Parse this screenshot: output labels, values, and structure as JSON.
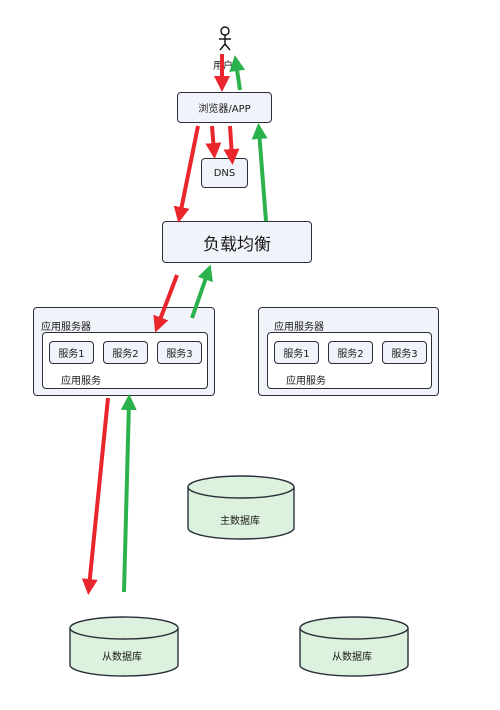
{
  "user_label": "用户",
  "browser_label": "浏览器/APP",
  "dns_label": "DNS",
  "lb_label": "负载均衡",
  "app_servers": [
    {
      "title": "应用服务器",
      "services": [
        "服务1",
        "服务2",
        "服务3"
      ],
      "footer": "应用服务"
    },
    {
      "title": "应用服务器",
      "services": [
        "服务1",
        "服务2",
        "服务3"
      ],
      "footer": "应用服务"
    }
  ],
  "storage_master": {
    "title": "存储服务器",
    "db": "主数据库"
  },
  "storage_slaves": [
    {
      "title": "存储服务器",
      "db": "从数据库"
    },
    {
      "title": "存储服务器",
      "db": "从数据库"
    }
  ],
  "colors": {
    "request": "#e8262b",
    "response": "#2bb24c",
    "box_fill": "#f1f3fb",
    "db_fill": "#dcf2de",
    "border": "#2b2f3a"
  }
}
